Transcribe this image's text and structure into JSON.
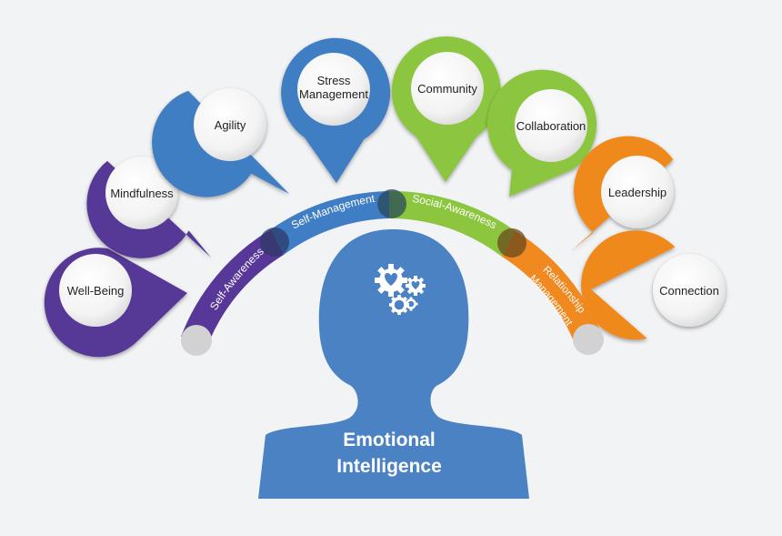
{
  "center": {
    "line1": "Emotional",
    "line2": "Intelligence"
  },
  "colors": {
    "purple": "#573797",
    "blue": "#3f7ec4",
    "green": "#8cc63f",
    "orange": "#f0891f",
    "head": "#4a82c4",
    "bubble_face": "#f6f6f6",
    "background": "#f2f3f5"
  },
  "arc_segments": [
    {
      "label": "Self-Awareness",
      "color": "#573797"
    },
    {
      "label": "Self-Management",
      "color": "#3f7ec4"
    },
    {
      "label": "Social-Awareness",
      "color": "#8cc63f"
    },
    {
      "label": "Relationship Management",
      "line1": "Relationship",
      "line2": "Management",
      "color": "#f0891f"
    }
  ],
  "pins": [
    {
      "label": "Well-Being",
      "color": "#573797"
    },
    {
      "label": "Mindfulness",
      "color": "#573797"
    },
    {
      "label": "Agility",
      "color": "#3f7ec4"
    },
    {
      "label": "Stress Management",
      "line1": "Stress",
      "line2": "Management",
      "color": "#3f7ec4"
    },
    {
      "label": "Community",
      "color": "#8cc63f"
    },
    {
      "label": "Collaboration",
      "color": "#8cc63f"
    },
    {
      "label": "Leadership",
      "color": "#f0891f"
    },
    {
      "label": "Connection",
      "color": "#f0891f"
    }
  ],
  "head_icon": "heart-gears-icon"
}
